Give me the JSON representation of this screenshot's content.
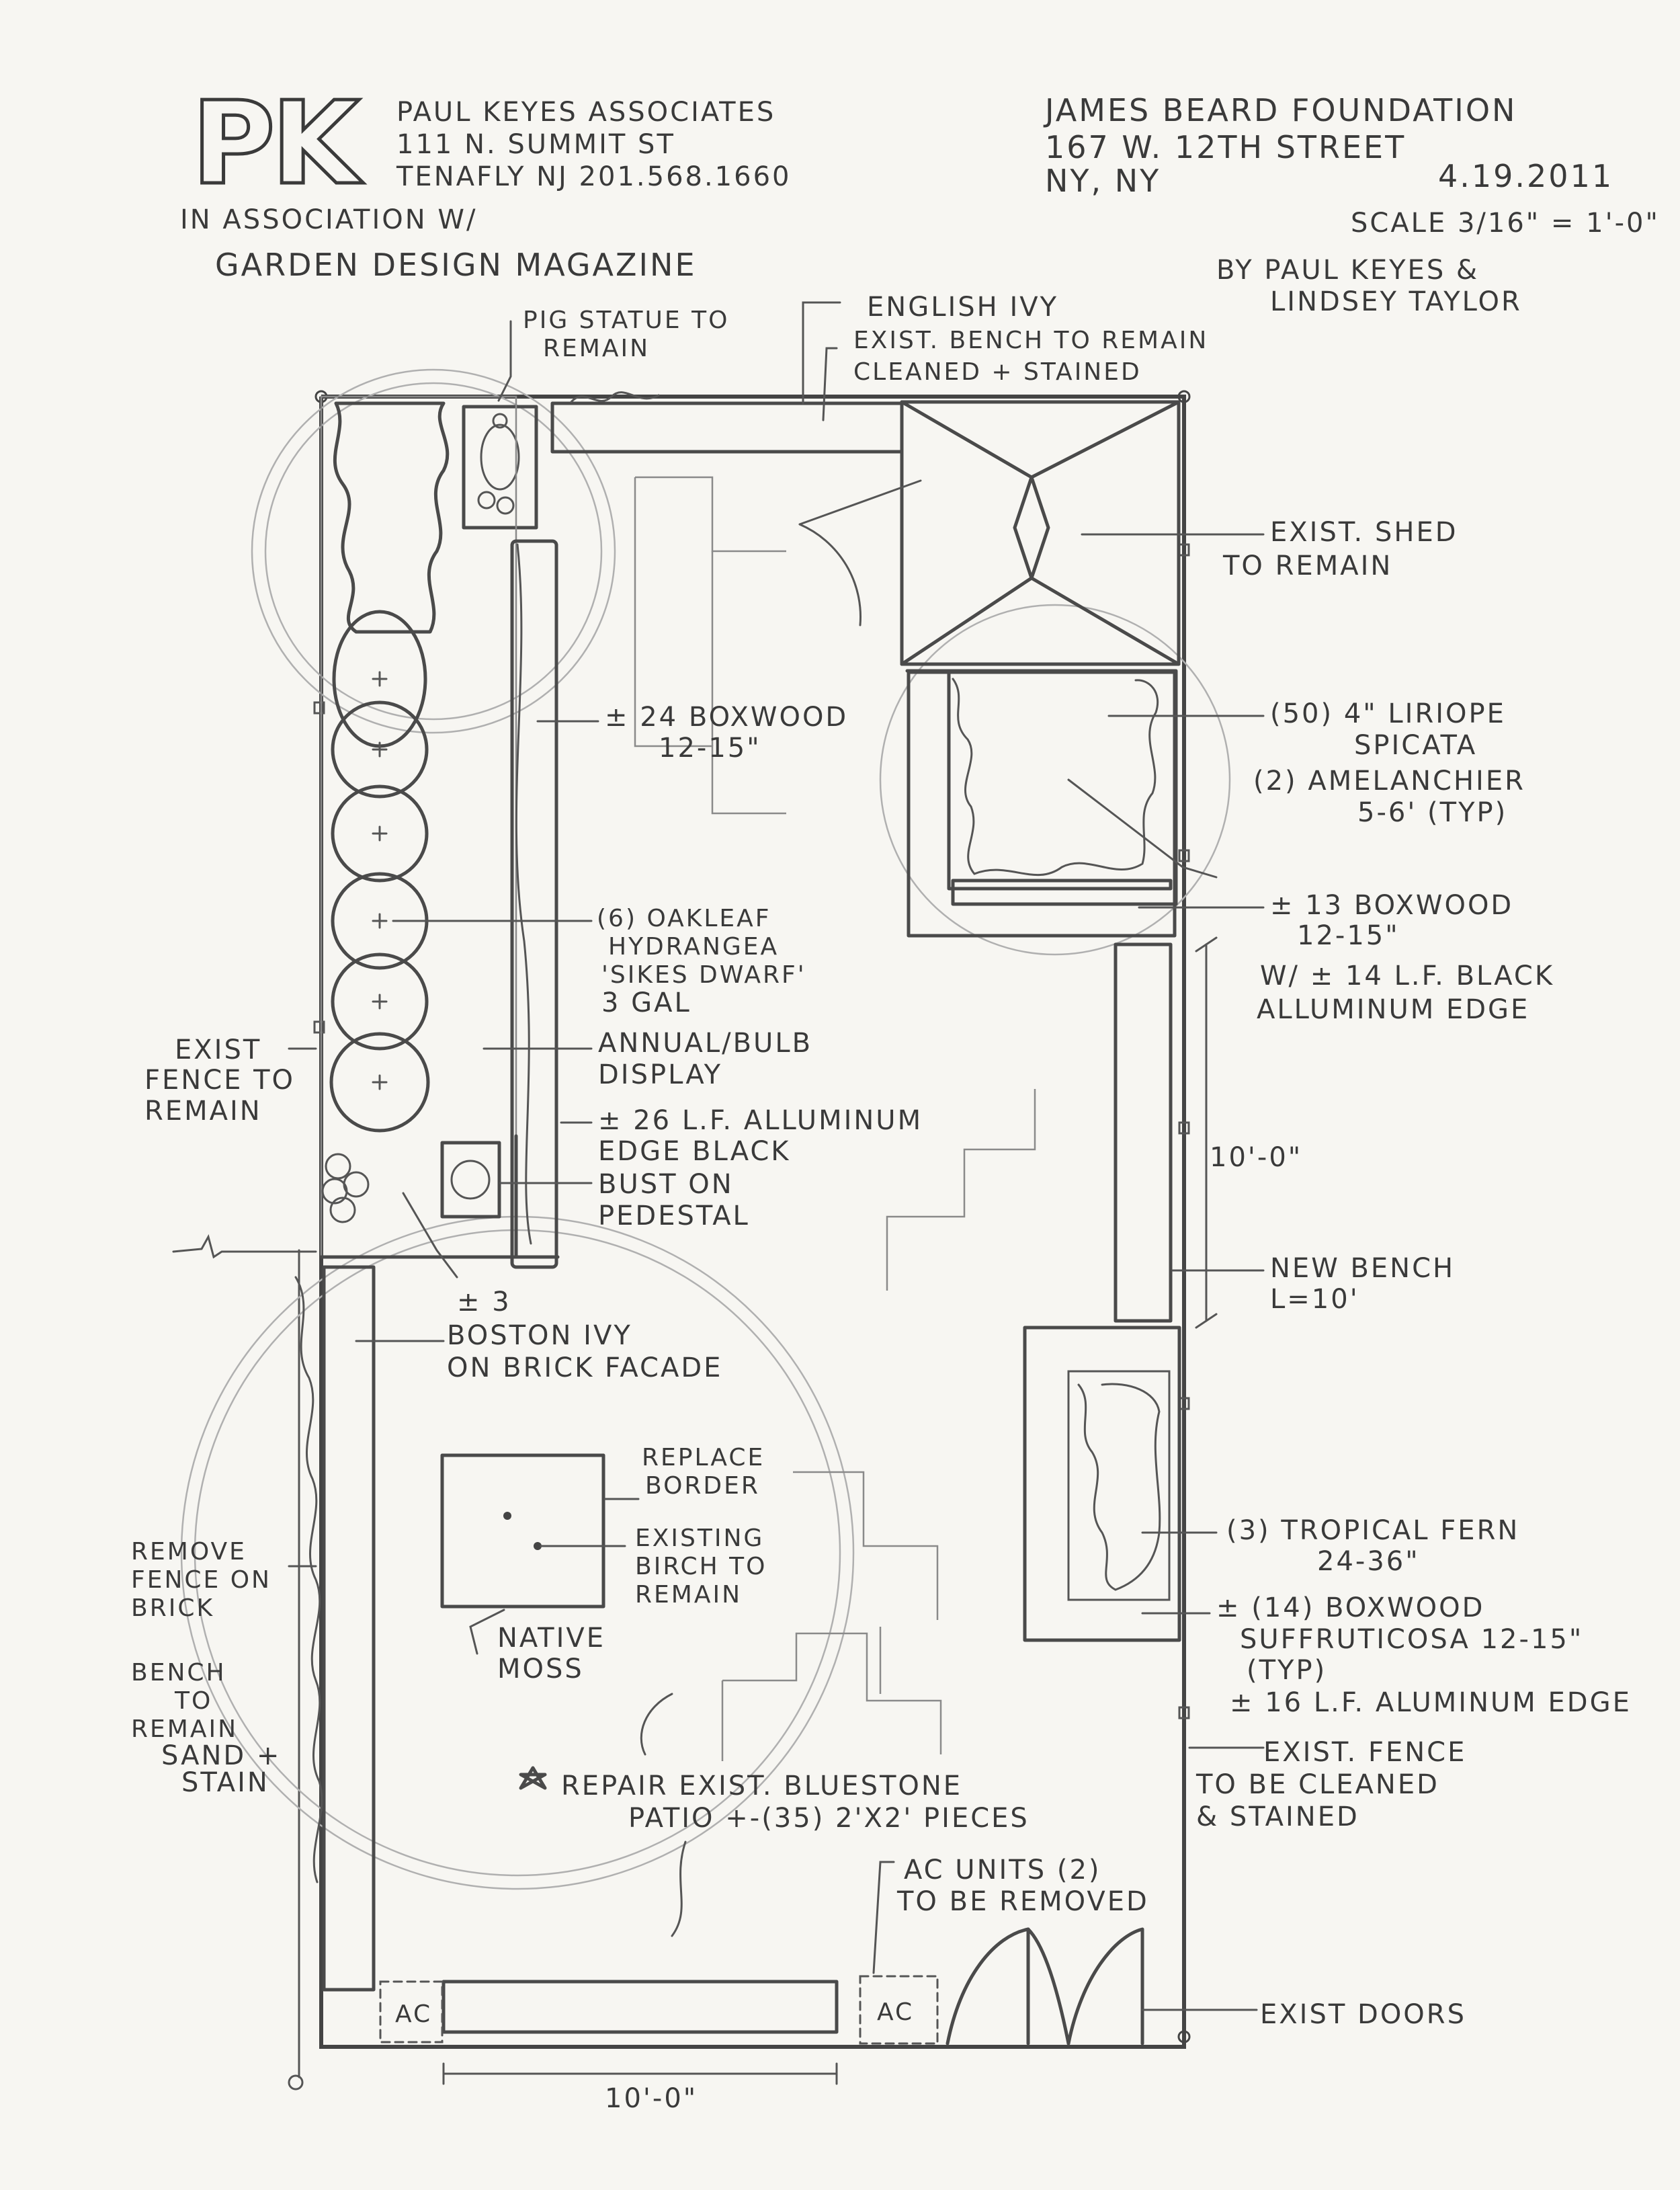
{
  "logo": {
    "mark": "PK"
  },
  "firm": {
    "name": "PAUL KEYES ASSOCIATES",
    "street": "111 N. SUMMIT ST",
    "city": "TENAFLY NJ 201.568.1660",
    "association": "IN ASSOCIATION W/",
    "partner": "GARDEN DESIGN MAGAZINE"
  },
  "client": {
    "name": "JAMES BEARD FOUNDATION",
    "street": "167 W. 12TH STREET",
    "city": "NY, NY"
  },
  "meta": {
    "date": "4.19.2011",
    "scale": "SCALE 3/16\" = 1'-0\"",
    "by1": "BY PAUL KEYES &",
    "by2": "LINDSEY TAYLOR"
  },
  "labels": {
    "pig1": "PIG STATUE TO",
    "pig2": "REMAIN",
    "ivy": "ENGLISH IVY",
    "bench1": "EXIST. BENCH TO REMAIN",
    "bench2": "CLEANED + STAINED",
    "shed1": "EXIST. SHED",
    "shed2": "TO REMAIN",
    "box24a": "± 24 BOXWOOD",
    "box24b": "12-15\"",
    "lir1": "(50) 4\" LIRIOPE",
    "lir2": "SPICATA",
    "amel1": "(2) AMELANCHIER",
    "amel2": "5-6' (TYP)",
    "box13a": "± 13 BOXWOOD",
    "box13b": "12-15\"",
    "box13c": "W/ ± 14 L.F. BLACK",
    "box13d": "ALLUMINUM EDGE",
    "hyd1": "(6) OAKLEAF",
    "hyd2": "HYDRANGEA",
    "hyd3": "'SIKES DWARF'",
    "hyd4": "3 GAL",
    "annual1": "ANNUAL/BULB",
    "annual2": "DISPLAY",
    "fence1": "EXIST",
    "fence2": "FENCE TO",
    "fence3": "REMAIN",
    "edge1": "± 26 L.F. ALLUMINUM",
    "edge2": "EDGE BLACK",
    "bust1": "BUST ON",
    "bust2": "PEDESTAL",
    "dim1": "10'-0\"",
    "newbench1": "NEW BENCH",
    "newbench2": "L=10'",
    "boston1": "± 3",
    "boston2": "BOSTON IVY",
    "boston3": "ON BRICK FACADE",
    "replace1": "REPLACE",
    "replace2": "BORDER",
    "birch1": "EXISTING",
    "birch2": "BIRCH TO",
    "birch3": "REMAIN",
    "fern1": "(3) TROPICAL FERN",
    "fern2": "24-36\"",
    "remove1": "REMOVE",
    "remove2": "FENCE ON",
    "remove3": "BRICK",
    "box14a": "± (14) BOXWOOD",
    "box14b": "SUFFRUTICOSA 12-15\"",
    "box14c": "(TYP)",
    "edge16": "± 16 L.F. ALUMINUM EDGE",
    "moss1": "NATIVE",
    "moss2": "MOSS",
    "bench3": "BENCH",
    "bench4": "TO",
    "bench5": "REMAIN",
    "bench6": "SAND +",
    "bench7": "STAIN",
    "fence4": "EXIST. FENCE",
    "fence5": "TO BE CLEANED",
    "fence6": "& STAINED",
    "patio1": "REPAIR EXIST. BLUESTONE",
    "patio2": "PATIO +-(35) 2'X2' PIECES",
    "ac1": "AC UNITS (2)",
    "ac2": "TO BE REMOVED",
    "ac_tag": "AC",
    "doors": "EXIST DOORS",
    "dim2": "10'-0\""
  }
}
